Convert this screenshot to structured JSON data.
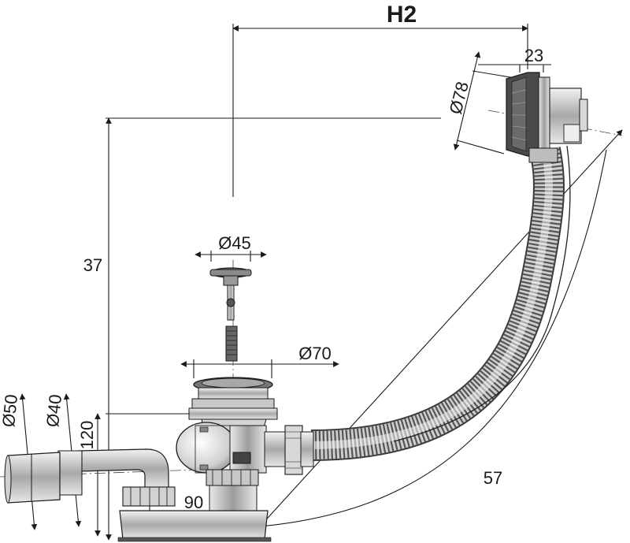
{
  "diagram": {
    "dimensions": {
      "h2": "H2",
      "overflow_depth": "23",
      "overflow_diameter": "Ø78",
      "bath_height": "37",
      "plug_diameter": "Ø45",
      "drain_diameter": "Ø70",
      "outlet_outer_diameter": "Ø50",
      "outlet_inner_diameter": "Ø40",
      "trap_height": "120",
      "trap_offset": "90",
      "hose_length": "57"
    },
    "colors": {
      "line": "#1a1a1a",
      "metal": "#9a9a9a",
      "dark_metal": "#3a3a3a",
      "light_metal": "#d6d6d6"
    }
  }
}
